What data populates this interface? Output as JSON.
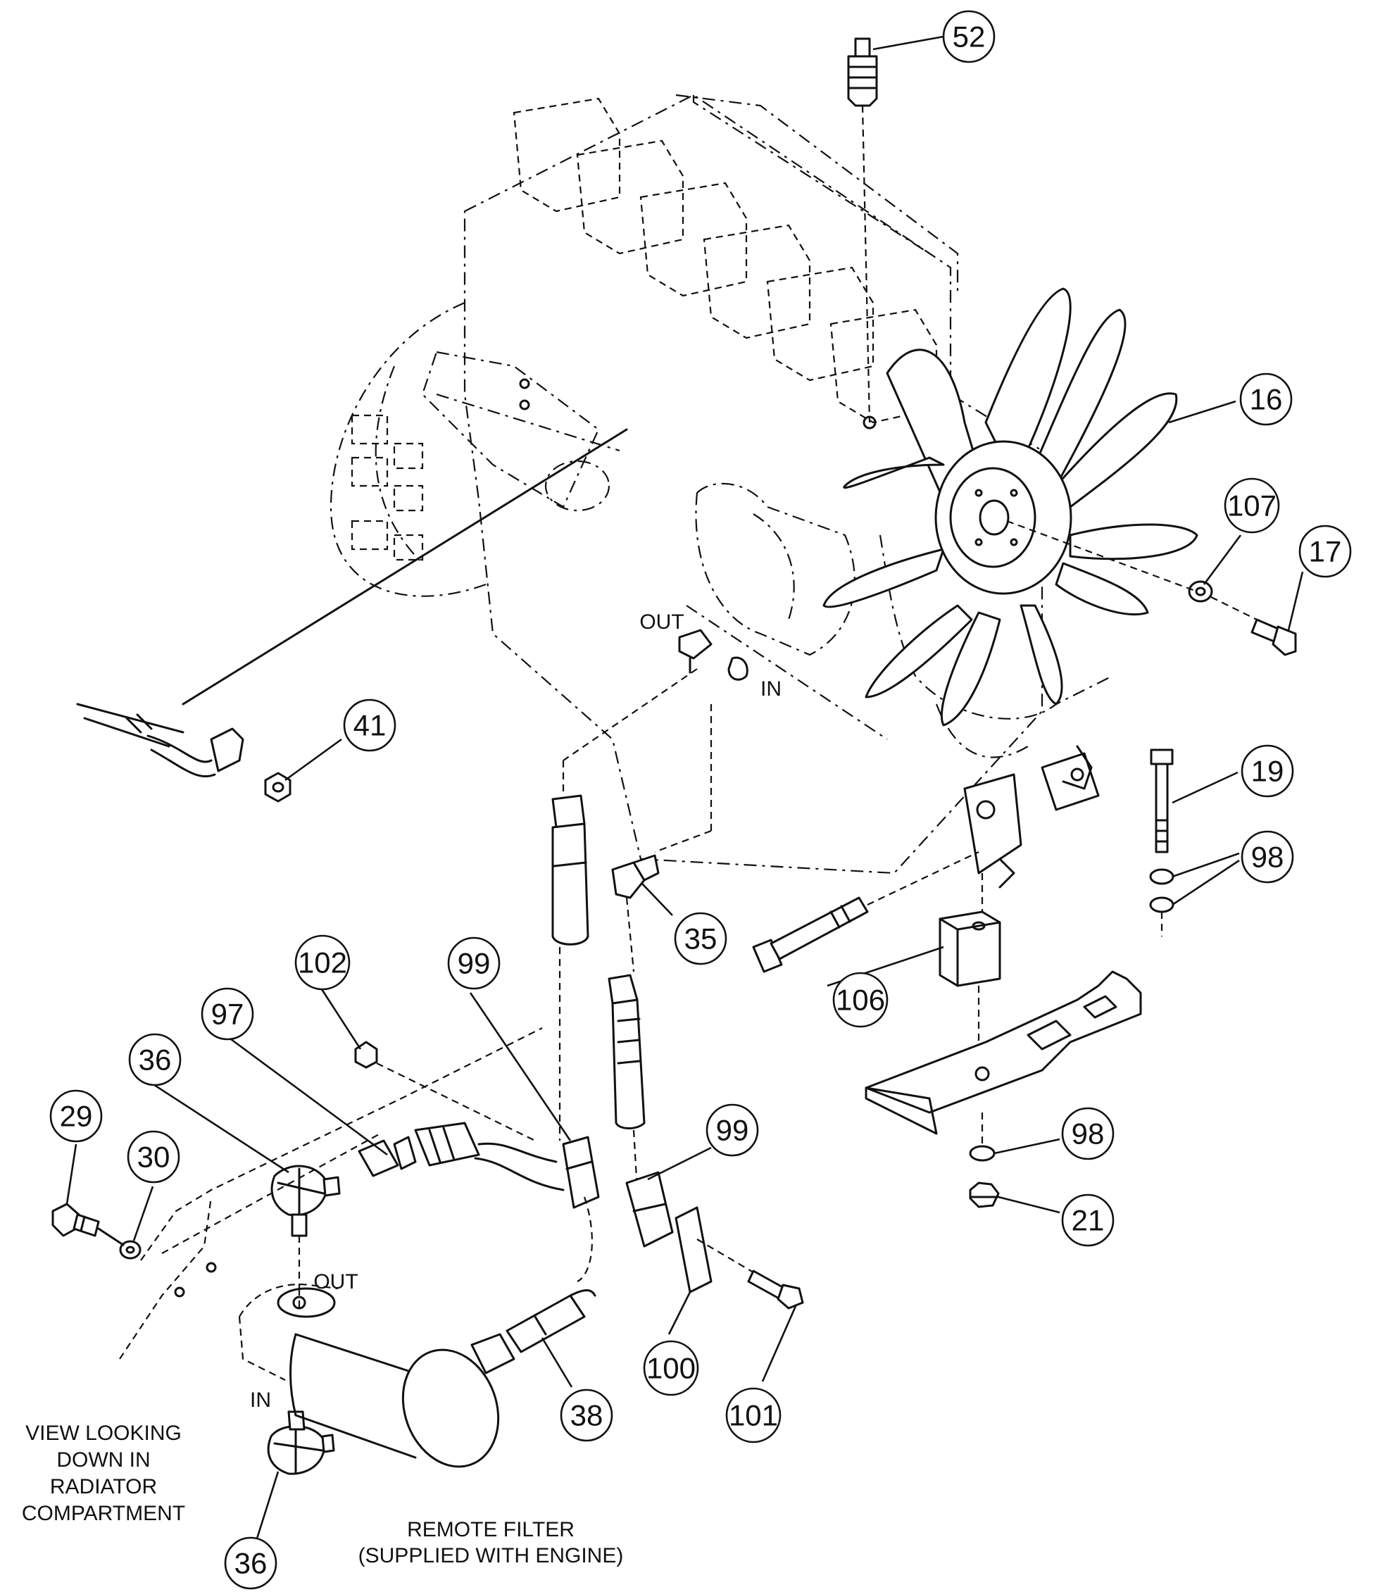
{
  "callouts": {
    "c52": "52",
    "c16": "16",
    "c107": "107",
    "c17": "17",
    "c41": "41",
    "c19": "19",
    "c98a": "98",
    "c35": "35",
    "c102": "102",
    "c99a": "99",
    "c97": "97",
    "c36a": "36",
    "c106": "106",
    "c29": "29",
    "c30": "30",
    "c99b": "99",
    "c98b": "98",
    "c21": "21",
    "c100": "100",
    "c38": "38",
    "c101": "101",
    "c36b": "36"
  },
  "labels": {
    "out_engine": "OUT",
    "in_engine": "IN",
    "out_filter": "OUT",
    "in_filter": "IN",
    "view_line1": "VIEW LOOKING",
    "view_line2": "DOWN IN",
    "view_line3": "RADIATOR",
    "view_line4": "COMPARTMENT",
    "remote_line1": "REMOTE FILTER",
    "remote_line2": "(SUPPLIED WITH ENGINE)"
  }
}
